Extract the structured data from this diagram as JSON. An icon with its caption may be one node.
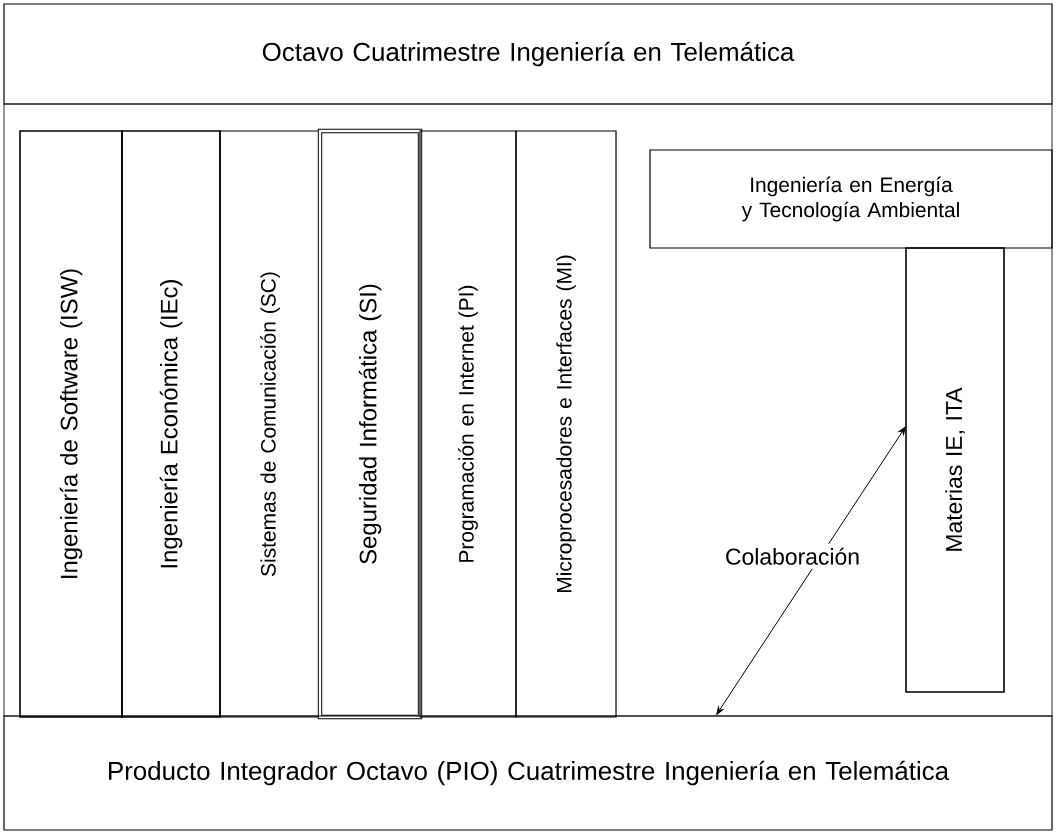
{
  "diagram": {
    "nodes": [
      {
        "text": [
          "Octavo Cuatrimestre Ingeniería en Telemática"
        ]
      },
      {
        "text": [
          "Ingeniería de Software (ISW)"
        ]
      },
      {
        "text": [
          "Ingeniería Económica (IEc)"
        ]
      },
      {
        "text": [
          "Sistemas de Comunicación (SC)"
        ]
      },
      {
        "text": [
          "Seguridad Informática (SI)"
        ]
      },
      {
        "text": [
          "Programación en Internet (PI)"
        ]
      },
      {
        "text": [
          "Microprocesadores e Interfaces (MI)"
        ]
      },
      {
        "text": [
          "Ingeniería en Energía y Tecnología Ambiental"
        ]
      },
      {
        "text": [
          "Materias IE, ITA"
        ]
      },
      {
        "text": [
          "Producto Integrador Octavo (PIO) Cuatrimestre Ingeniería en Telemática"
        ]
      }
    ],
    "edges": [
      {
        "from": 8,
        "to": 9,
        "arrow": "both",
        "label": "Colaboración"
      }
    ]
  }
}
